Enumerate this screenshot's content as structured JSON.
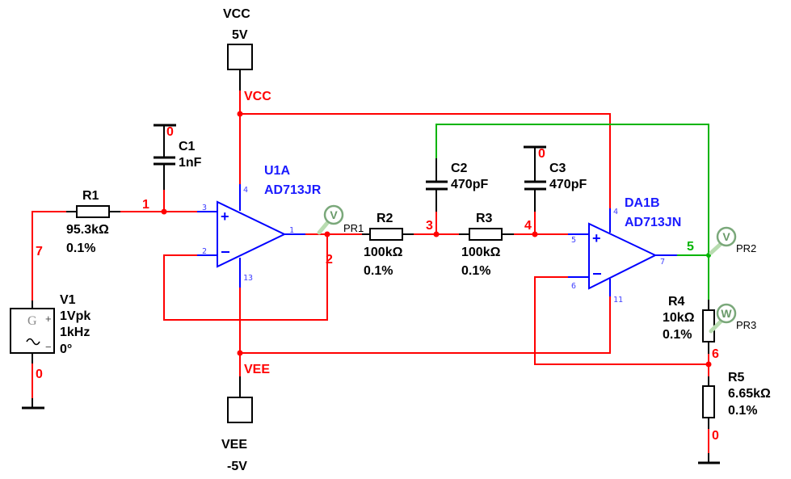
{
  "supplies": {
    "vcc": {
      "name": "VCC",
      "value": "5V",
      "net_label": "VCC"
    },
    "vee": {
      "name": "VEE",
      "value": "-5V",
      "net_label": "VEE"
    }
  },
  "source": {
    "ref": "V1",
    "amplitude": "1Vpk",
    "frequency": "1kHz",
    "phase": "0°",
    "glyph_g": "G",
    "glyph_plus": "+",
    "glyph_minus": "−",
    "glyph_wave": "∿"
  },
  "resistors": [
    {
      "ref": "R1",
      "value": "95.3kΩ",
      "tolerance": "0.1%"
    },
    {
      "ref": "R2",
      "value": "100kΩ",
      "tolerance": "0.1%"
    },
    {
      "ref": "R3",
      "value": "100kΩ",
      "tolerance": "0.1%"
    },
    {
      "ref": "R4",
      "value": "10kΩ",
      "tolerance": "0.1%"
    },
    {
      "ref": "R5",
      "value": "6.65kΩ",
      "tolerance": "0.1%"
    }
  ],
  "capacitors": [
    {
      "ref": "C1",
      "value": "1nF"
    },
    {
      "ref": "C2",
      "value": "470pF"
    },
    {
      "ref": "C3",
      "value": "470pF"
    }
  ],
  "opamps": [
    {
      "ref": "U1A",
      "part": "AD713JR",
      "pins": {
        "plus": "3",
        "minus": "2",
        "out": "1",
        "vpos": "4",
        "vneg": "13"
      }
    },
    {
      "ref": "DA1B",
      "part": "AD713JN",
      "pins": {
        "plus": "5",
        "minus": "6",
        "out": "7",
        "vpos": "4",
        "vneg": "11"
      }
    }
  ],
  "nets": {
    "n0_v1": "0",
    "n0_c1": "0",
    "n0_c3": "0",
    "n0_r5": "0",
    "n1": "1",
    "n2": "2",
    "n3": "3",
    "n4": "4",
    "n5": "5",
    "n6": "6",
    "n7": "7"
  },
  "probes": [
    {
      "ref": "PR1",
      "type": "V"
    },
    {
      "ref": "PR2",
      "type": "V"
    },
    {
      "ref": "PR3",
      "type": "W"
    }
  ],
  "colors": {
    "wire_red": "#ff0000",
    "wire_green": "#00b400",
    "pin_blue": "#0000ff",
    "probe_green": "#7aa87a"
  }
}
